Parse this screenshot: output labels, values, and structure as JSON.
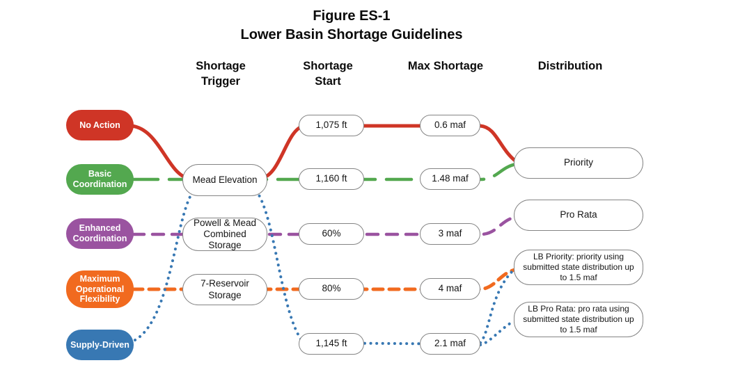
{
  "title": {
    "line1": "Figure ES-1",
    "line2": "Lower Basin Shortage Guidelines"
  },
  "column_headers": [
    {
      "line1": "Shortage",
      "line2": "Trigger"
    },
    {
      "line1": "Shortage",
      "line2": "Start"
    },
    {
      "line1": "Max Shortage",
      "line2": ""
    },
    {
      "line1": "Distribution",
      "line2": ""
    }
  ],
  "scenarios": [
    {
      "label": "No Action",
      "color": "#cf3526",
      "line_style": "solid"
    },
    {
      "label": "Basic Coordination",
      "color": "#53a84f",
      "line_style": "long-dash"
    },
    {
      "label": "Enhanced Coordination",
      "color": "#9a53a0",
      "line_style": "dashed"
    },
    {
      "label": "Maximum Operational Flexibility",
      "color": "#f16a1f",
      "line_style": "dashed"
    },
    {
      "label": "Supply-Driven",
      "color": "#3878b3",
      "line_style": "dotted"
    }
  ],
  "triggers": [
    "Mead Elevation",
    "Powell & Mead Combined Storage",
    "7-Reservoir Storage"
  ],
  "shortage_start": [
    "1,075 ft",
    "1,160 ft",
    "60%",
    "80%",
    "1,145 ft"
  ],
  "max_shortage": [
    "0.6 maf",
    "1.48 maf",
    "3 maf",
    "4 maf",
    "2.1 maf"
  ],
  "distribution": [
    "Priority",
    "Pro Rata",
    "LB Priority: priority using submitted state distribution up to 1.5 maf",
    "LB Pro Rata: pro rata using submitted state distribution up to 1.5 maf"
  ],
  "flows": [
    {
      "scenario": "No Action",
      "trigger": "Mead Elevation",
      "start": "1,075 ft",
      "max": "0.6 maf",
      "distribution": [
        "Priority"
      ]
    },
    {
      "scenario": "Basic Coordination",
      "trigger": "Mead Elevation",
      "start": "1,160 ft",
      "max": "1.48 maf",
      "distribution": [
        "Priority"
      ]
    },
    {
      "scenario": "Enhanced Coordination",
      "trigger": "Powell & Mead Combined Storage",
      "start": "60%",
      "max": "3 maf",
      "distribution": [
        "Pro Rata"
      ]
    },
    {
      "scenario": "Maximum Operational Flexibility",
      "trigger": "7-Reservoir Storage",
      "start": "80%",
      "max": "4 maf",
      "distribution": [
        "LB Priority"
      ]
    },
    {
      "scenario": "Supply-Driven",
      "trigger": "Mead Elevation",
      "start": "1,145 ft",
      "max": "2.1 maf",
      "distribution": [
        "LB Priority",
        "LB Pro Rata"
      ]
    }
  ]
}
